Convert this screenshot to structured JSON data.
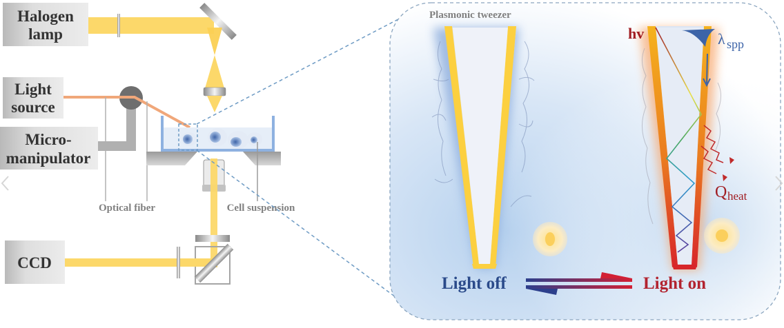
{
  "setup": {
    "components": {
      "halogen_lamp": [
        "Halogen",
        "lamp"
      ],
      "light_source": [
        "Light",
        "source"
      ],
      "micromanipulator": [
        "Micro-",
        "manipulator"
      ],
      "ccd": "CCD"
    },
    "labels": {
      "optical_fiber": "Optical fiber",
      "cell_suspension": "Cell suspension"
    }
  },
  "inset": {
    "title": "Plasmonic tweezer",
    "symbols": {
      "photon": "hv",
      "lambda": "λ",
      "lambda_sub": "spp",
      "q": "Q",
      "q_sub": "heat"
    },
    "states": {
      "off": "Light off",
      "on": "Light on"
    }
  },
  "colors": {
    "beam": "#fcd86a",
    "fiber": "#f0a77a",
    "gray_box": "#d4d4d4",
    "blue_state": "#2a4a8a",
    "red_state": "#b2232f",
    "dashed": "#6e9bc4"
  },
  "nav": {
    "prev_icon": "chevron-left-icon",
    "next_icon": "chevron-right-icon"
  }
}
